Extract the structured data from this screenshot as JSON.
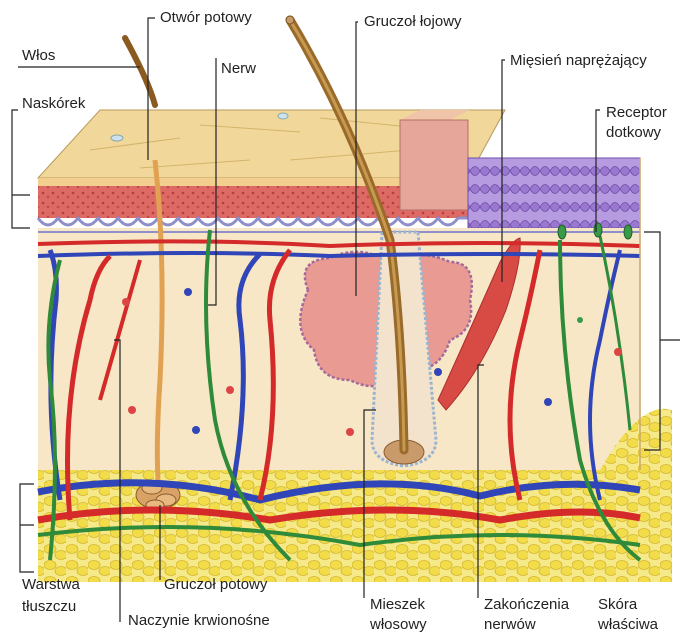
{
  "labels": {
    "wlos": "Włos",
    "otwor_potowy": "Otwór potowy",
    "gruczol_lojowy": "Gruczoł łojowy",
    "nerw": "Nerw",
    "miesien_line1": "Mięsień naprężający",
    "naskorek": "Naskórek",
    "receptor_line1": "Receptor",
    "receptor_line2": "dotkowy",
    "warstwa_line1": "Warstwa",
    "warstwa_line2": "tłuszczu",
    "gruczol_potowy": "Gruczoł potowy",
    "naczynie": "Naczynie krwionośne",
    "mieszek_line1": "Mieszek",
    "mieszek_line2": "włosowy",
    "zakonczenia_line1": "Zakończenia",
    "zakonczenia_line2": "nerwów",
    "skora_line1": "Skóra",
    "skora_line2": "właściwa"
  },
  "colors": {
    "epidermis_top": "#f1d89a",
    "epidermis_red": "#d9535a",
    "dermis": "#f7e7c6",
    "fat": "#f3e06b",
    "artery": "#d42a2a",
    "vein": "#2f45b8",
    "nerve": "#2f8a3a",
    "hair": "#9a6a2a",
    "gland": "#e99a93",
    "purple_cells": "#a383d3"
  }
}
